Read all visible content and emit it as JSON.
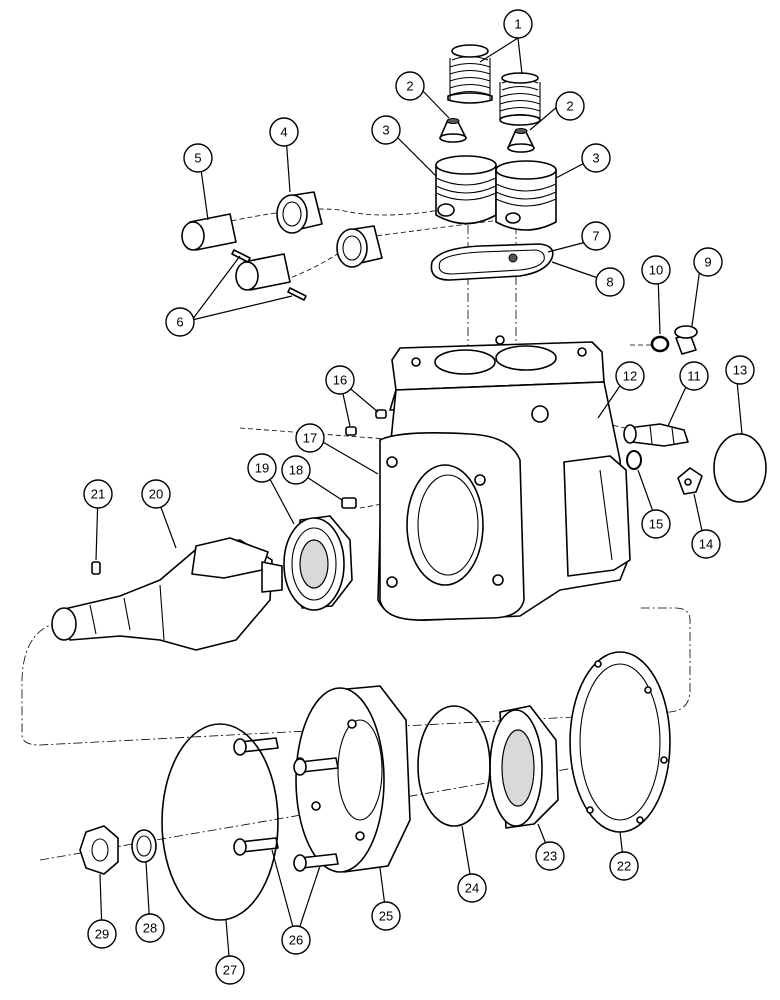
{
  "callouts": [
    {
      "id": "1",
      "label": "1"
    },
    {
      "id": "2a",
      "label": "2"
    },
    {
      "id": "2b",
      "label": "2"
    },
    {
      "id": "3a",
      "label": "3"
    },
    {
      "id": "3b",
      "label": "3"
    },
    {
      "id": "4",
      "label": "4"
    },
    {
      "id": "5",
      "label": "5"
    },
    {
      "id": "6",
      "label": "6"
    },
    {
      "id": "7",
      "label": "7"
    },
    {
      "id": "8",
      "label": "8"
    },
    {
      "id": "9",
      "label": "9"
    },
    {
      "id": "10",
      "label": "10"
    },
    {
      "id": "11",
      "label": "11"
    },
    {
      "id": "12",
      "label": "12"
    },
    {
      "id": "13",
      "label": "13"
    },
    {
      "id": "14",
      "label": "14"
    },
    {
      "id": "15",
      "label": "15"
    },
    {
      "id": "16",
      "label": "16"
    },
    {
      "id": "17",
      "label": "17"
    },
    {
      "id": "18",
      "label": "18"
    },
    {
      "id": "19",
      "label": "19"
    },
    {
      "id": "20",
      "label": "20"
    },
    {
      "id": "21",
      "label": "21"
    },
    {
      "id": "22",
      "label": "22"
    },
    {
      "id": "23",
      "label": "23"
    },
    {
      "id": "24",
      "label": "24"
    },
    {
      "id": "25",
      "label": "25"
    },
    {
      "id": "26",
      "label": "26"
    },
    {
      "id": "27",
      "label": "27"
    },
    {
      "id": "28",
      "label": "28"
    },
    {
      "id": "29",
      "label": "29"
    }
  ]
}
